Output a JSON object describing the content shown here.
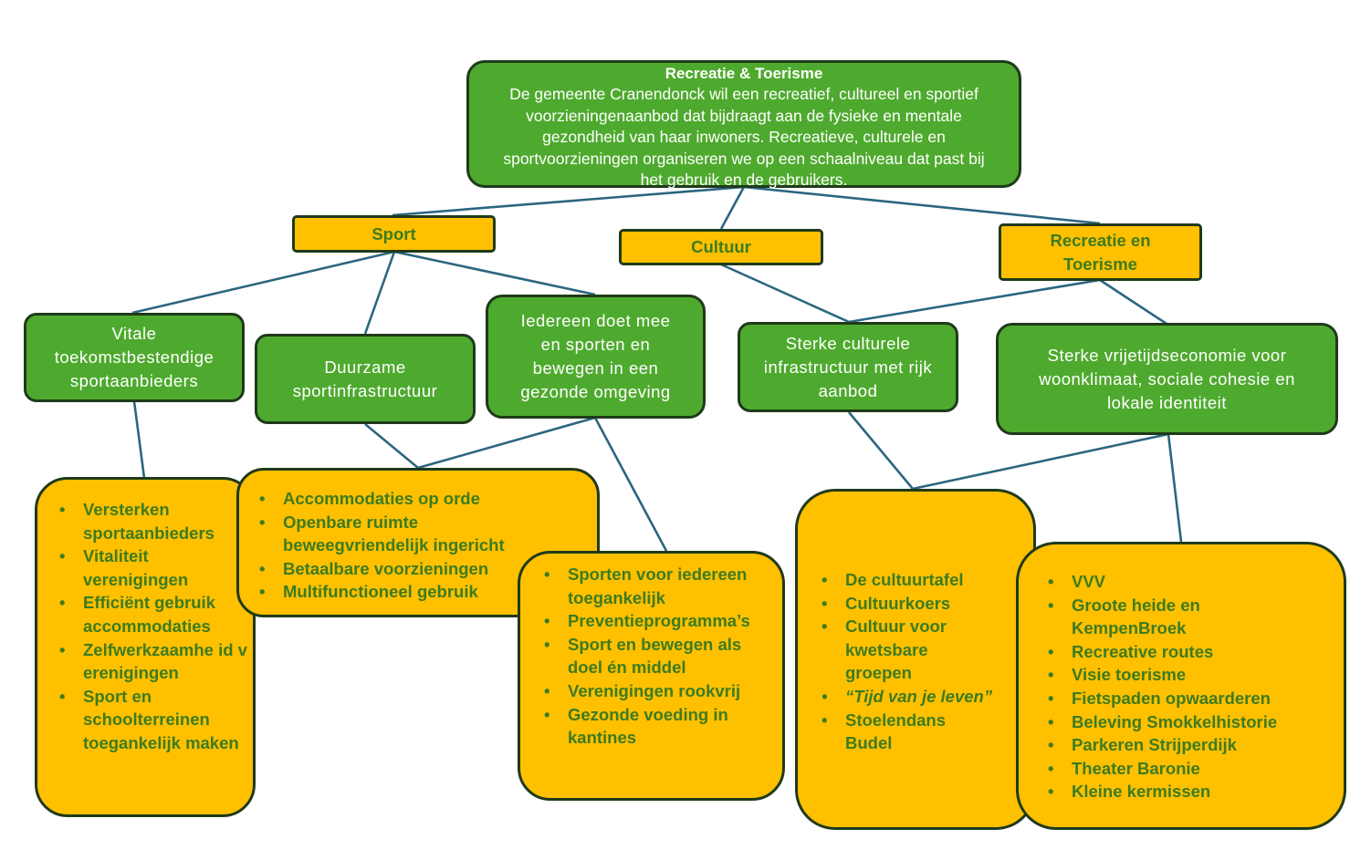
{
  "top": {
    "title": "Recreatie & Toerisme",
    "lines": [
      "De gemeente Cranendonck wil een recreatief, cultureel en sportief",
      "voorzieningenaanbod dat bijdraagt aan de fysieke en mentale",
      "gezondheid van haar inwoners. Recreatieve, culturele en",
      "sportvoorzieningen organiseren we op een schaalniveau dat past bij",
      "het gebruik en de gebruikers."
    ]
  },
  "categories": {
    "sport": "Sport",
    "cultuur": "Cultuur",
    "recreatie": [
      "Recreatie en",
      "Toerisme"
    ]
  },
  "goals": {
    "vitale": [
      "Vitale",
      "toekomstbestendige",
      "sportaanbieders"
    ],
    "duurzame": [
      "Duurzame",
      "sportinfrastructuur"
    ],
    "iedereen": [
      "Iedereen doet mee",
      "en sporten en",
      "bewegen in een",
      "gezonde omgeving"
    ],
    "culturele": [
      "Sterke culturele",
      "infrastructuur met rijk",
      "aanbod"
    ],
    "vrijetijd": [
      "Sterke vrijetijdseconomie voor",
      "woonklimaat, sociale cohesie en",
      "lokale identiteit"
    ]
  },
  "lists": {
    "vitale": [
      "Versterken sportaanbieders",
      "Vitaliteit verenigingen",
      "Efficiënt gebruik accommodaties",
      "Zelfwerkzaamhe id verenigingen",
      "Sport en schoolterreinen toegankelijk maken"
    ],
    "duurzame": [
      "Accommodaties op orde",
      "Openbare ruimte beweegvriendelijk ingericht",
      "Betaalbare voorzieningen",
      "Multifunctioneel gebruik"
    ],
    "iedereen": [
      "Sporten voor iedereen toegankelijk",
      "Preventieprogramma’s",
      "Sport en bewegen als doel én middel",
      "Verenigingen rookvrij",
      "Gezonde voeding in kantines"
    ],
    "cultuur": [
      "De cultuurtafel",
      "Cultuurkoers",
      "Cultuur voor kwetsbare groepen",
      "“Tijd van je leven”",
      "Stoelendans Budel"
    ],
    "recreatie": [
      "VVV",
      "Groote heide en KempenBroek",
      "Recreative routes",
      "Visie toerisme",
      "Fietspaden opwaarderen",
      "Beleving Smokkelhistorie",
      "Parkeren Strijperdijk",
      "Theater Baronie",
      "Kleine kermissen"
    ]
  },
  "colors": {
    "green_box": "#4eaa2e",
    "yellow_box": "#ffc000",
    "yellow_text": "#3e7b1f",
    "border": "#1f3a1a",
    "connector": "#2b6680"
  }
}
